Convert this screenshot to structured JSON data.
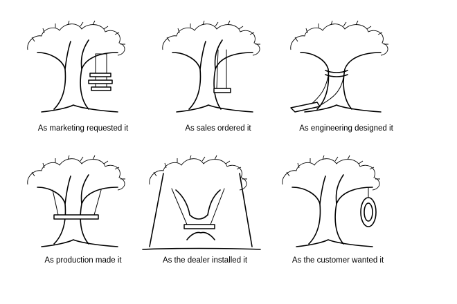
{
  "panels": [
    {
      "caption": "As marketing requested it"
    },
    {
      "caption": "As sales ordered it"
    },
    {
      "caption": "As engineering designed it"
    },
    {
      "caption": "As production made it"
    },
    {
      "caption": "As the dealer installed it"
    },
    {
      "caption": "As the customer wanted it"
    }
  ]
}
